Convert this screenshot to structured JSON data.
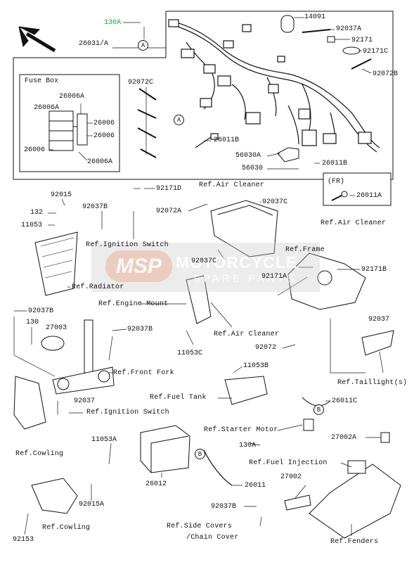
{
  "labels": {
    "p130A_top": "130A",
    "p26031A": "26031/A",
    "p14091": "14091",
    "p92037A": "92037A",
    "p92171_top": "92171",
    "p92171C": "92171C",
    "p92072B": "92072B",
    "fuse_box_title": "Fuse Box",
    "f26006A_1": "26006A",
    "f26006A_2": "26006A",
    "f26006_1": "26006",
    "f26006_2": "26006",
    "f26006_3": "26006",
    "f26006A_3": "26006A",
    "p92072C": "92072C",
    "p26011B_1": "26011B",
    "p56030A": "56030A",
    "p56030": "56030",
    "p26011B_2": "26011B",
    "fr": "(FR)",
    "p26011A": "26011A",
    "p92015": "92015",
    "p132": "132",
    "p11053": "11053",
    "p92171D": "92171D",
    "p92037B_1": "92037B",
    "ref_air_cleaner_1": "Ref.Air Cleaner",
    "p92072A": "92072A",
    "p92037C_1": "92037C",
    "ref_air_cleaner_2": "Ref.Air Cleaner",
    "ref_ignition_switch_1": "Ref.Ignition Switch",
    "p92037C_2": "92037C",
    "ref_frame": "Ref.Frame",
    "p92171A": "92171A",
    "p92171B": "92171B",
    "ref_radiator": "Ref.Radiator",
    "ref_engine_mount": "Ref.Engine Mount",
    "p92037B_2": "92037B",
    "p130": "130",
    "p27003": "27003",
    "p92037B_3": "92037B",
    "ref_air_cleaner_3": "Ref.Air Cleaner",
    "p92037": "92037",
    "p92072": "92072",
    "p11053C": "11053C",
    "ref_front_fork": "Ref.Front Fork",
    "p11053B": "11053B",
    "ref_taillights": "Ref.Taillight(s)",
    "ref_fuel_tank": "Ref.Fuel Tank",
    "p92037_2": "92037",
    "ref_ignition_switch_2": "Ref.Ignition Switch",
    "p26011C": "26011C",
    "ref_cowling_1": "Ref.Cowling",
    "ref_starter_motor": "Ref.Starter Motor",
    "p11053A": "11053A",
    "p130A_2": "130A",
    "p27002A": "27002A",
    "ref_fuel_injection": "Ref.Fuel Injection",
    "p26012": "26012",
    "p26011": "26011",
    "p27002": "27002",
    "p92015A": "92015A",
    "p92037B_4": "92037B",
    "ref_cowling_2": "Ref.Cowling",
    "p92153": "92153",
    "ref_side_covers": "Ref.Side Covers",
    "chain_cover": "/Chain Cover",
    "ref_fenders": "Ref.Fenders"
  },
  "callouts": {
    "A": "A",
    "B": "B"
  },
  "watermark": {
    "logo": "MSP",
    "line1": "MOTORCYCLE",
    "line2": "SPARE PARTS"
  },
  "colors": {
    "line": "#111111",
    "highlight": "#1aa53a",
    "watermark": "#e9a07a"
  }
}
